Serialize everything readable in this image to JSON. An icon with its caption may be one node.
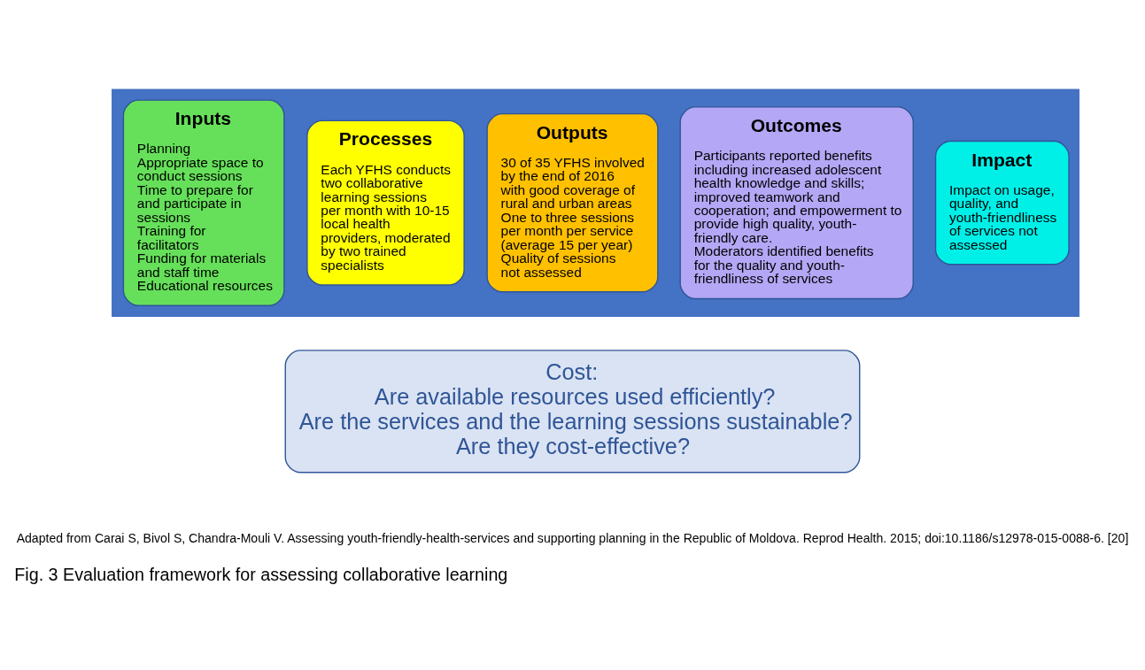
{
  "diagram": {
    "caption": "Fig. 3 Evaluation framework for assessing collaborative learning",
    "nodes": [
      {
        "text": [],
        "shape": "arrow"
      },
      {
        "text": [
          "Inputs",
          "Planning",
          "Appropriate space to conduct sessions",
          "Time to prepare for and participate in sessions",
          "Training for facilitators",
          "Funding for materials and staff time",
          "Educational resources"
        ],
        "in": 0
      },
      {
        "text": [
          "Processes",
          "Each YFHS conducts two collaborative learning sessions per month with 10-15 local health providers, moderated by two trained specialists"
        ],
        "in": 0
      },
      {
        "text": [
          "Outputs",
          "30 of 35 YFHS involved by the end of 2016 with good coverage of rural and urban areas",
          "One to three sessions per month per service (average 15 per year)",
          "Quality of sessions not assessed"
        ],
        "in": 0
      },
      {
        "text": [
          "Outcomes",
          "Participants reported benefits including increased adolescent health knowledge and skills; improved teamwork and cooperation; and empowerment to provide high quality, youth-friendly care.",
          "Moderators identified benefits for the quality and youth-friendliness of services"
        ],
        "in": 0
      },
      {
        "text": [
          "Impact",
          "Impact on usage, quality, and youth-friendliness of services not assessed"
        ],
        "in": 0
      },
      {
        "text": [
          "Cost:",
          "Are available resources used efficiently?",
          "Are the services and the learning sessions sustainable?",
          "Are they cost-effective?"
        ]
      }
    ],
    "edges": [],
    "labels": [
      "Adapted from Carai S, Bivol S, Chandra-Mouli V. Assessing youth-friendly-health-services and supporting planning in the Republic of Moldova. Reprod Health. 2015; doi:10.1186/s12978-015-0088-6. [20]"
    ]
  }
}
